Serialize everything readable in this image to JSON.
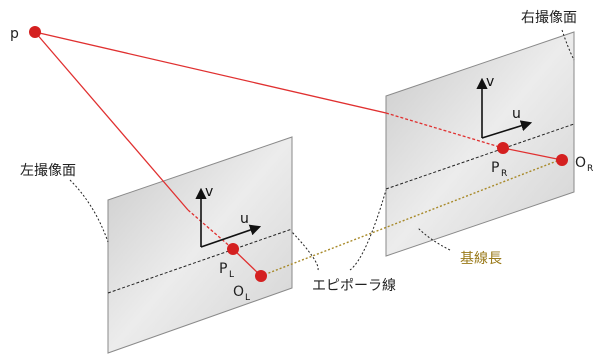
{
  "labels": {
    "point": "p",
    "right_plane": "右撮像面",
    "left_plane": "左撮像面",
    "epipolar_line": "エピポーラ線",
    "baseline": "基線長",
    "axis_u": "u",
    "axis_v": "v",
    "pl_main": "P",
    "pl_sub": "L",
    "ol_main": "O",
    "ol_sub": "L",
    "pr_main": "P",
    "pr_sub": "R",
    "or_main": "O",
    "or_sub": "R"
  },
  "colors": {
    "ray": "#e03030",
    "dot": "#d42020",
    "baseline": "#a88a2a",
    "plane_stroke": "#888888",
    "text": "#222222"
  }
}
